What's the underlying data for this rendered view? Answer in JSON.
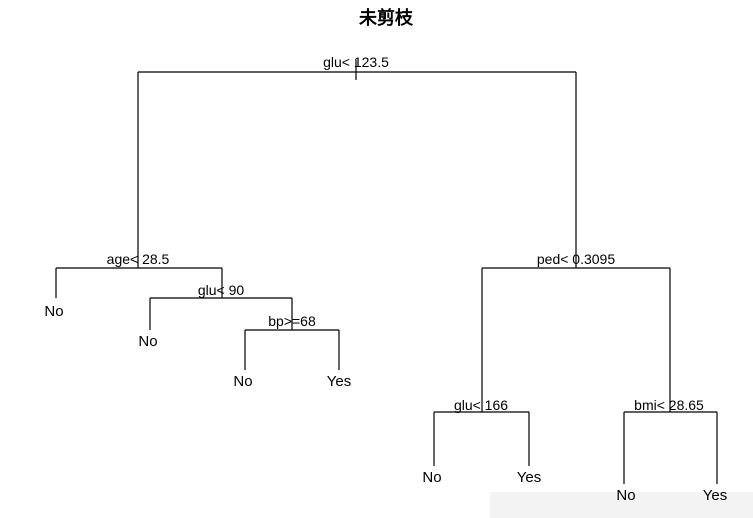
{
  "title": "未剪枝",
  "splits": {
    "root": "glu< 123.5",
    "age": "age< 28.5",
    "glu90": "glu< 90",
    "bp": "bp>=68",
    "ped": "ped< 0.3095",
    "glu166": "glu< 166",
    "bmi": "bmi< 28.65"
  },
  "leaves": {
    "age_left": "No",
    "glu90_left": "No",
    "bp_left": "No",
    "bp_right": "Yes",
    "glu166_left": "No",
    "glu166_right": "Yes",
    "bmi_left": "No",
    "bmi_right": "Yes"
  }
}
